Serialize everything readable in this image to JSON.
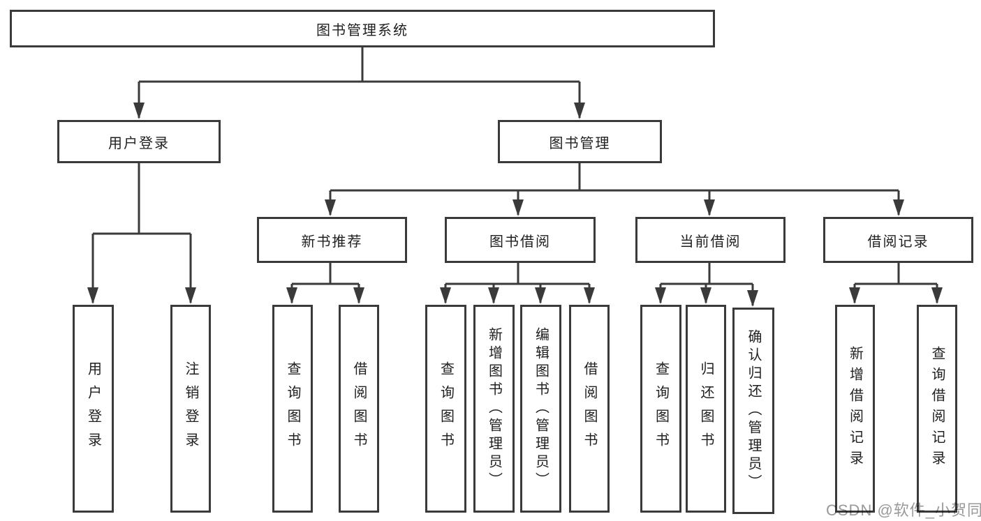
{
  "tree": {
    "root": {
      "label": "图书管理系统"
    },
    "branches": [
      {
        "label": "用户登录",
        "children": [
          {
            "label": "用户登录"
          },
          {
            "label": "注销登录"
          }
        ]
      },
      {
        "label": "图书管理",
        "children": [
          {
            "label": "新书推荐",
            "children": [
              {
                "label": "查询图书"
              },
              {
                "label": "借阅图书"
              }
            ]
          },
          {
            "label": "图书借阅",
            "children": [
              {
                "label": "查询图书"
              },
              {
                "label": "新增图书（管理员）"
              },
              {
                "label": "编辑图书（管理员）"
              },
              {
                "label": "借阅图书"
              }
            ]
          },
          {
            "label": "当前借阅",
            "children": [
              {
                "label": "查询图书"
              },
              {
                "label": "归还图书"
              },
              {
                "label": "确认归还（管理员）"
              }
            ]
          },
          {
            "label": "借阅记录",
            "children": [
              {
                "label": "新增借阅记录"
              },
              {
                "label": "查询借阅记录"
              }
            ]
          }
        ]
      }
    ]
  },
  "watermark": {
    "text": "CSDN @软件_小贺同学"
  },
  "colors": {
    "line": "#3a3a3a",
    "box_border": "#3a3a3a",
    "text": "#1f1f1f",
    "watermark": "#999999",
    "background": "#ffffff"
  }
}
